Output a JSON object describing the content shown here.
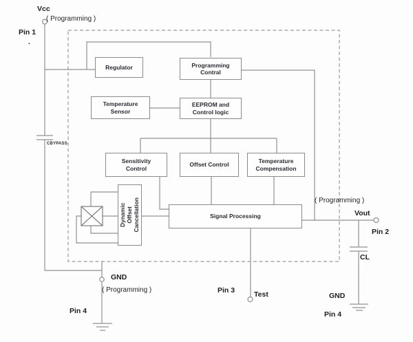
{
  "blocks": {
    "regulator": "Regulator",
    "programming_control": "Programming\nContral",
    "temperature_sensor": "Temperature\nSensor",
    "eeprom_control_logic": "EEPROM and\nControl logic",
    "sensitivity_control": "Sensitivity\nControl",
    "offset_control": "Offset Control",
    "temperature_compensation": "Temperature\nCompensation",
    "dynamic_offset_cancellation": "Dynamic Offset\nCancellation",
    "signal_processing": "Signal Processing"
  },
  "pins": {
    "vcc": {
      "name": "Vcc",
      "number": "Pin 1",
      "note": "( Programming )"
    },
    "vout": {
      "name": "Vout",
      "number": "Pin 2",
      "note": "( Programming )"
    },
    "test": {
      "name": "Test",
      "number": "Pin 3"
    },
    "gnd_programming": {
      "name": "GND",
      "number": "Pin 4",
      "note": "( Programming )"
    },
    "gnd": {
      "name": "GND",
      "number": "Pin 4"
    }
  },
  "components": {
    "bypass_capacitor": "CBYPASS",
    "load_capacitor": "CL"
  },
  "misc": {
    "stray_dot": "."
  },
  "colors": {
    "wire": "#919191",
    "block_border": "#8a8a8a",
    "block_text": "#2b2b34",
    "pin_text": "#1d1d1f",
    "background": "#fdfdfd"
  }
}
